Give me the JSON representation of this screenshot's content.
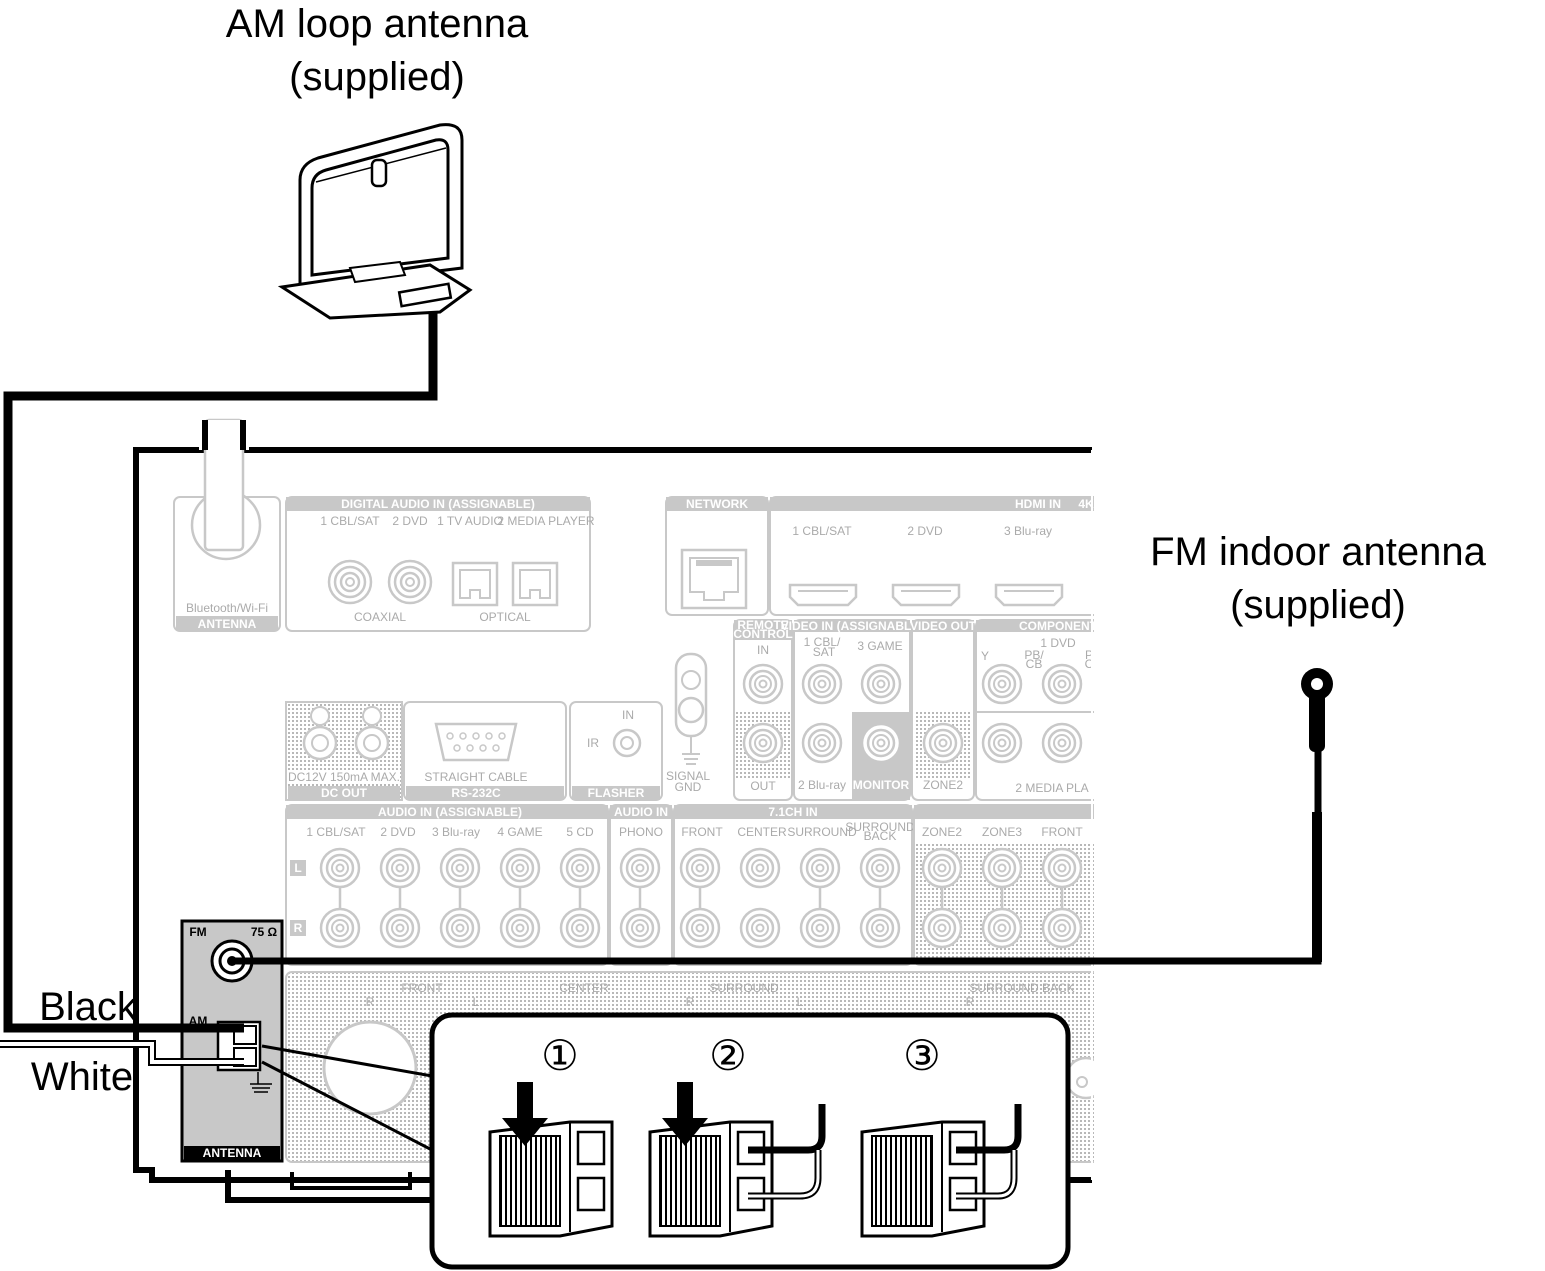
{
  "labels": {
    "am_antenna_line1": "AM loop antenna",
    "am_antenna_line2": "(supplied)",
    "fm_antenna_line1": "FM indoor antenna",
    "fm_antenna_line2": "(supplied)",
    "black": "Black",
    "white": "White"
  },
  "panel": {
    "bt_antenna_1": "Bluetooth/Wi-Fi",
    "bt_antenna_2": "ANTENNA",
    "digital_audio_in": "DIGITAL AUDIO IN (ASSIGNABLE)",
    "dig_1": "1 CBL/SAT",
    "dig_2": "2 DVD",
    "dig_3": "1 TV AUDIO",
    "dig_4": "2 MEDIA PLAYER",
    "coaxial": "COAXIAL",
    "optical": "OPTICAL",
    "network": "NETWORK",
    "hdmi_in": "HDMI IN",
    "hdmi_4k": "4K",
    "hdmi_1": "1 CBL/SAT",
    "hdmi_2": "2 DVD",
    "hdmi_3": "3 Blu-ray",
    "remote_control_1": "REMOTE",
    "remote_control_2": "CONTROL",
    "remote_in": "IN",
    "remote_out": "OUT",
    "video_in": "VIDEO IN (ASSIGNABLE)",
    "video_1a": "1 CBL/",
    "video_1b": "SAT",
    "video_3": "3 GAME",
    "video_2": "2 Blu-ray",
    "monitor": "MONITOR",
    "video_out": "VIDEO OUT",
    "zone2_video": "ZONE2",
    "component": "COMPONENT",
    "comp_1": "1  DVD",
    "comp_y": "Y",
    "comp_pb_1": "PB/",
    "comp_pb_2": "CB",
    "comp_pr": "P",
    "comp_pr_2": "C",
    "comp_2": "2  MEDIA PLA",
    "dc_spec": "DC12V 150mA MAX.",
    "dc_out": "DC OUT",
    "straight_cable": "STRAIGHT CABLE",
    "rs232c": "RS-232C",
    "flasher_in": "IN",
    "flasher_ir": "IR",
    "flasher": "FLASHER",
    "signal_gnd_1": "SIGNAL",
    "signal_gnd_2": "GND",
    "audio_in_assignable": "AUDIO IN (ASSIGNABLE)",
    "aud_1": "1 CBL/SAT",
    "aud_2": "2 DVD",
    "aud_3": "3 Blu-ray",
    "aud_4": "4 GAME",
    "aud_5": "5 CD",
    "audio_in": "AUDIO IN",
    "phono": "PHONO",
    "ch71_in": "7.1CH IN",
    "ch71_front": "FRONT",
    "ch71_center": "CENTER",
    "ch71_surround": "SURROUND",
    "ch71_sb_1": "SURROUND",
    "ch71_sb_2": "BACK",
    "pre_zone2": "ZONE2",
    "pre_zone3": "ZONE3",
    "pre_front": "FRONT",
    "ch_l": "L",
    "ch_r": "R",
    "spk_front": "FRONT",
    "spk_center": "CENTER",
    "spk_surround": "SURROUND",
    "spk_surround_back": "SURROUND BACK",
    "spk_r1": "R",
    "spk_l1": "L",
    "spk_r2": "R",
    "spk_l2": "L",
    "spk_r3": "R",
    "ant_fm": "FM",
    "ant_75": "75 Ω",
    "ant_am": "AM",
    "ant_antenna": "ANTENNA"
  },
  "steps": {
    "s1": "①",
    "s2": "②",
    "s3": "③"
  }
}
